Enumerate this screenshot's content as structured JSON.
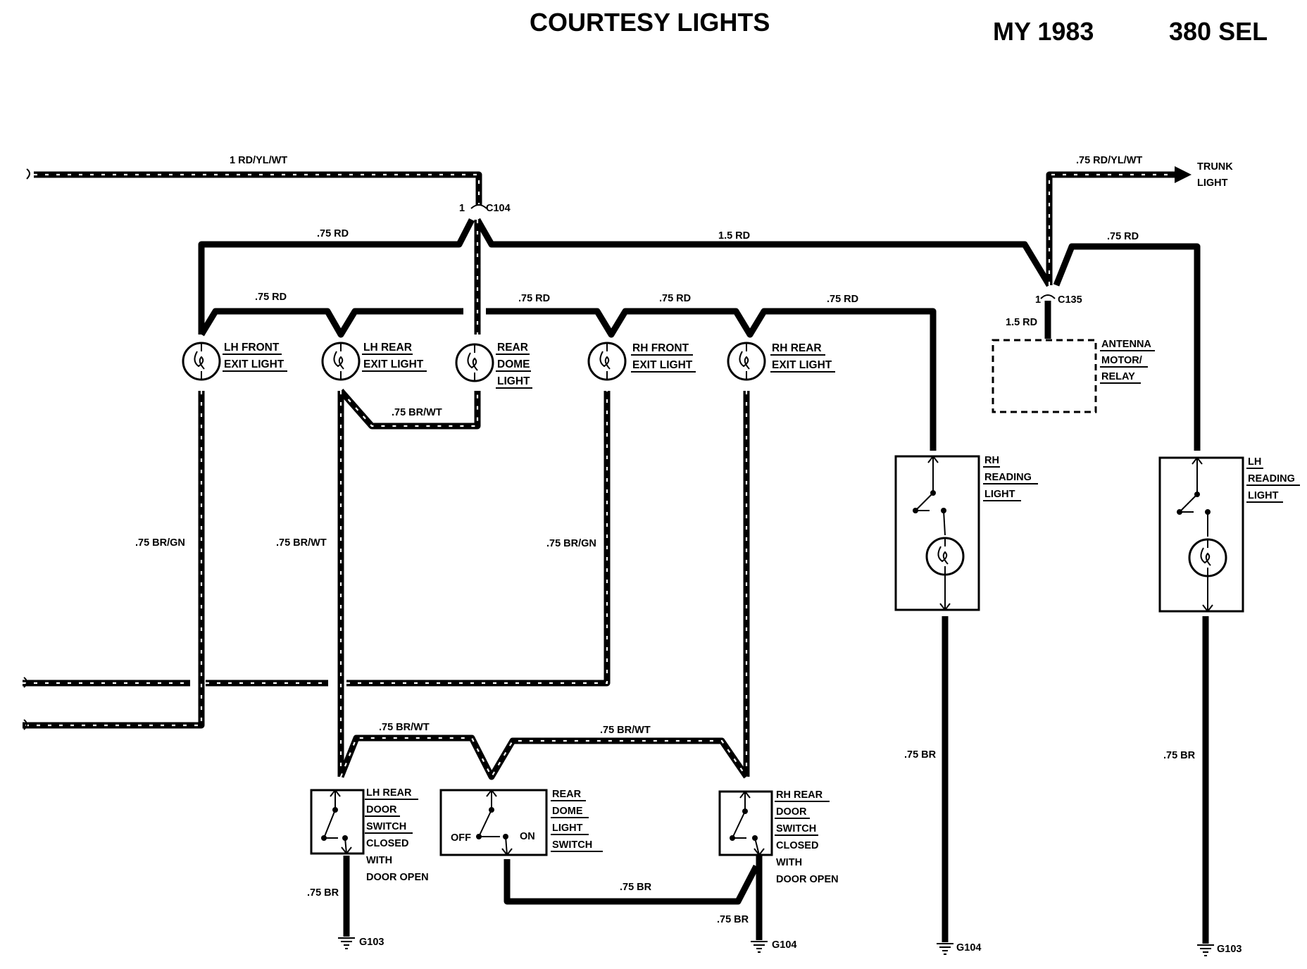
{
  "header": {
    "title": "COURTESY LIGHTS",
    "model_year": "MY 1983",
    "model": "380 SEL"
  },
  "connectors": {
    "c104": "C104",
    "c104_pin": "1",
    "c135": "C135",
    "c135_pin": "1"
  },
  "grounds": {
    "g103_left": "G103",
    "g104_mid": "G104",
    "g104_right": "G104",
    "g103_right": "G103"
  },
  "wires": {
    "feed_top": "1 RD/YL/WT",
    "trunk_feed": ".75 RD/YL/WT",
    "lh_branch": ".75 RD",
    "main_bus": "1.5 RD",
    "lh_reading_feed": ".75 RD",
    "c135_down": "1.5 RD",
    "lh_front_feed": ".75 RD",
    "rh_front_feed": ".75 RD",
    "rh_rear_feed": ".75 RD",
    "rh_reading_feed": ".75 RD",
    "lh_rear_to_dome": ".75 BR/WT",
    "lh_front_return": ".75 BR/GN",
    "lh_rear_return": ".75 BR/WT",
    "rh_front_return": ".75 BR/GN",
    "switch_link_left": ".75 BR/WT",
    "switch_link_right": ".75 BR/WT",
    "rh_reading_ground": ".75 BR",
    "lh_reading_ground": ".75 BR",
    "lh_switch_ground": ".75 BR",
    "dome_switch_ground": ".75 BR",
    "rh_switch_ground": ".75 BR"
  },
  "components": {
    "trunk_light": [
      "TRUNK",
      "LIGHT"
    ],
    "antenna_relay": [
      "ANTENNA",
      "MOTOR/",
      "RELAY"
    ],
    "lh_front_exit": [
      "LH FRONT",
      "EXIT LIGHT"
    ],
    "lh_rear_exit": [
      "LH REAR",
      "EXIT LIGHT"
    ],
    "rear_dome": [
      "REAR",
      "DOME",
      "LIGHT"
    ],
    "rh_front_exit": [
      "RH FRONT",
      "EXIT LIGHT"
    ],
    "rh_rear_exit": [
      "RH REAR",
      "EXIT LIGHT"
    ],
    "rh_reading": [
      "RH",
      "READING",
      "LIGHT"
    ],
    "lh_reading": [
      "LH",
      "READING",
      "LIGHT"
    ],
    "lh_rear_door_switch": [
      "LH REAR",
      "DOOR",
      "SWITCH",
      "CLOSED",
      "WITH",
      "DOOR OPEN"
    ],
    "rear_dome_switch": [
      "REAR",
      "DOME",
      "LIGHT",
      "SWITCH"
    ],
    "rh_rear_door_switch": [
      "RH REAR",
      "DOOR",
      "SWITCH",
      "CLOSED",
      "WITH",
      "DOOR OPEN"
    ]
  },
  "switch_positions": {
    "off": "OFF",
    "on": "ON"
  }
}
